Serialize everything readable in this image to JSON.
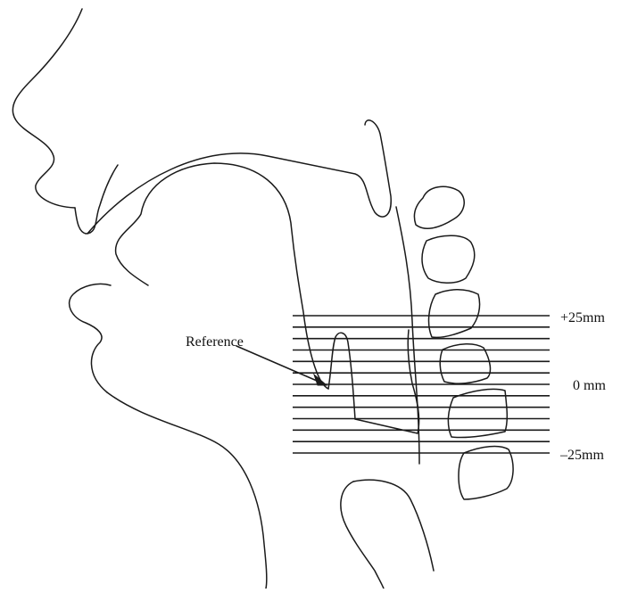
{
  "figure": {
    "reference_label": "Reference",
    "scale_labels": {
      "top": "+25mm",
      "middle": "0 mm",
      "bottom": "–25mm"
    },
    "scan_line_count": 13
  },
  "colors": {
    "ink": "#1a1a1a",
    "background": "#ffffff"
  }
}
